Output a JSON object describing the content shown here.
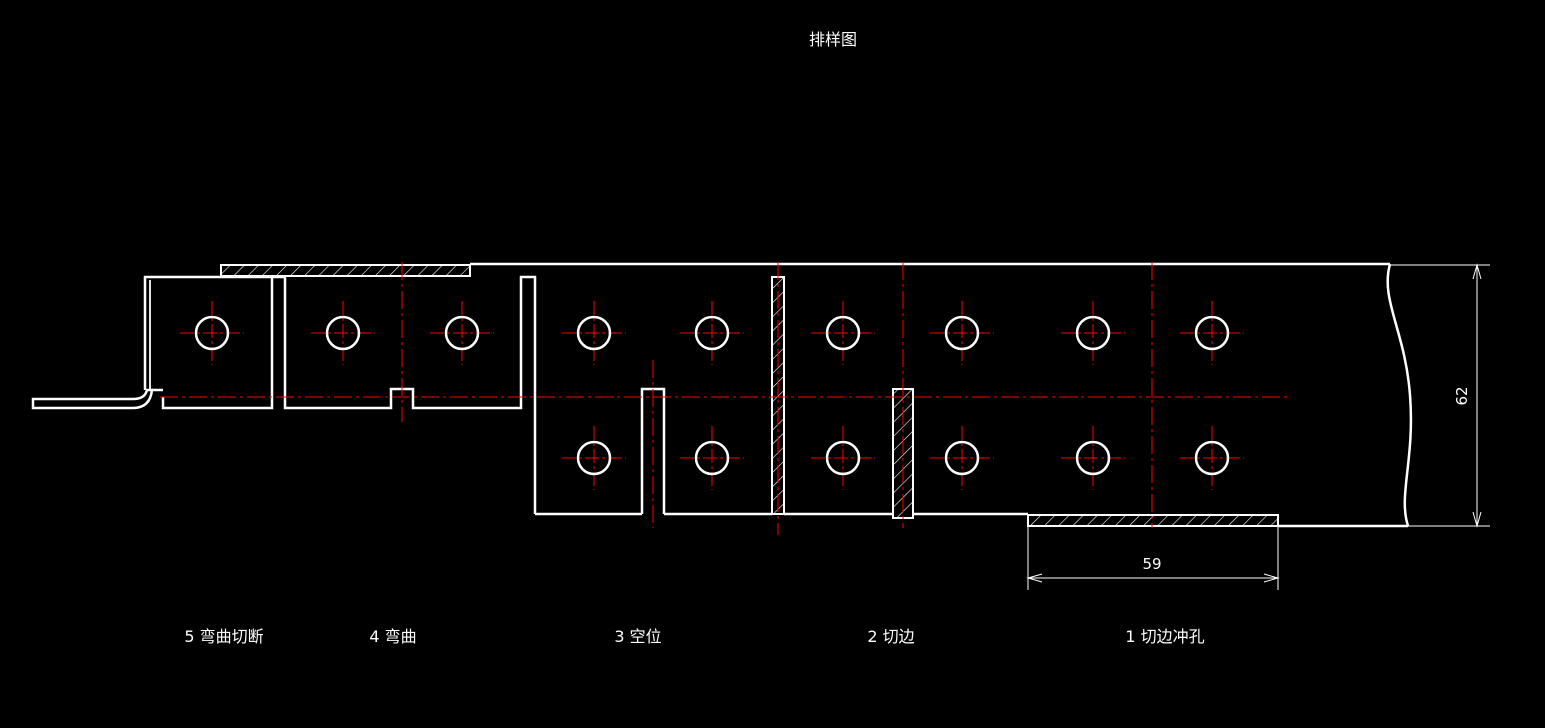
{
  "title": "排样图",
  "stations": [
    {
      "label": "5 弯曲切断"
    },
    {
      "label": "4 弯曲"
    },
    {
      "label": "3 空位"
    },
    {
      "label": "2 切边"
    },
    {
      "label": "1 切边冲孔"
    }
  ],
  "dimensions": {
    "width": "62",
    "pitch": "59"
  },
  "colors": {
    "background": "#000000",
    "outline": "#ffffff",
    "centerline": "#ff0000"
  }
}
